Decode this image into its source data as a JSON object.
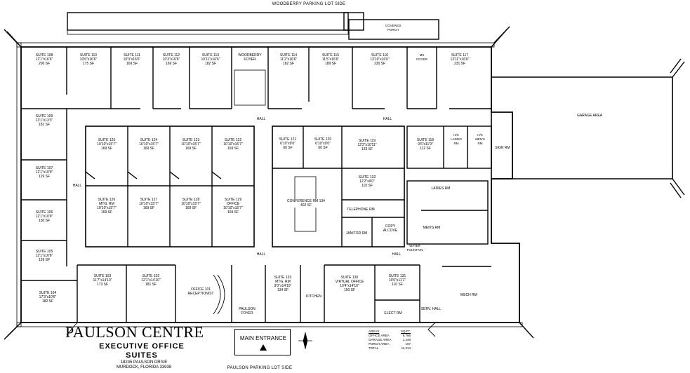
{
  "site": {
    "top_label": "WOODBERRY PARKING LOT SIDE",
    "bottom_label": "PAULSON PARKING LOT SIDE",
    "covered_porch": [
      "COVERED",
      "PORCH"
    ]
  },
  "title_block": {
    "name": "PAULSON CENTRE",
    "subtitle_line1": "EXECUTIVE OFFICE",
    "subtitle_line2": "SUITES",
    "address_line1": "18245 PAULSON DRIVE",
    "address_line2": "MURDOCK, FLORIDA 33938"
  },
  "main_entrance": "MAIN ENTRANCE",
  "areas_table": {
    "header_area": "AREAS",
    "header_sqft": "SQ.FT.",
    "rows": [
      {
        "label": "OFFICE AREA",
        "value": "9,766"
      },
      {
        "label": "GARAGE AREA",
        "value": "1,248"
      },
      {
        "label": "PORCH AREA",
        "value": "197"
      },
      {
        "label": "TOTAL",
        "value": "11,214"
      }
    ]
  },
  "rooms": {
    "s108": {
      "name": "SUITE 108",
      "dim": "12'1\"x16'6\"",
      "area": "200 SF"
    },
    "s110": {
      "name": "SUITE 110",
      "dim": "10'6\"x16'6\"",
      "area": "175 SF"
    },
    "s111": {
      "name": "SUITE 111",
      "dim": "10'3\"x16'6\"",
      "area": "169 SF"
    },
    "s112": {
      "name": "SUITE 112",
      "dim": "10'3\"x16'6\"",
      "area": "169 SF"
    },
    "s113": {
      "name": "SUITE 113",
      "dim": "10'11\"x16'6\"",
      "area": "182 SF"
    },
    "woodberry_foyer": [
      "WOODBERRY",
      "FOYER"
    ],
    "s114": {
      "name": "SUITE 114",
      "dim": "11'2\"x16'6\"",
      "area": "182 SF"
    },
    "s115": {
      "name": "SUITE 115",
      "dim": "11'5\"x16'6\"",
      "area": "189 SF"
    },
    "s116": {
      "name": "SUITE 116",
      "dim": "13'10\"x16'6\"",
      "area": "230 SF"
    },
    "ms_foyer": [
      "MS",
      "FOYER"
    ],
    "s117": {
      "name": "SUITE 117",
      "dim": "13'11\"x16'6\"",
      "area": "231 SF"
    },
    "garage": "GARAGE AREA",
    "s109": {
      "name": "SUITE 109",
      "dim": "13'1\"x13'3\"",
      "area": "181 SF"
    },
    "s107": {
      "name": "SUITE 107",
      "dim": "12'1\"x10'9\"",
      "area": "129 SF"
    },
    "s106": {
      "name": "SUITE 106",
      "dim": "12'1\"x10'9\"",
      "area": "130 SF"
    },
    "s105": {
      "name": "SUITE 105",
      "dim": "12'1\"x10'6\"",
      "area": "129 SF"
    },
    "s104": {
      "name": "SUITE 104",
      "dim": "17'3\"x10'6\"",
      "area": "182 SF"
    },
    "s125": {
      "name": "SUITE 125",
      "dim": "10'10\"x15'7\"",
      "area": "169 SF"
    },
    "s124": {
      "name": "SUITE 124",
      "dim": "10'10\"x15'7\"",
      "area": "169 SF"
    },
    "s123": {
      "name": "SUITE 123",
      "dim": "10'10\"x15'7\"",
      "area": "169 SF"
    },
    "s122": {
      "name": "SUITE 122",
      "dim": "10'10\"x15'7\"",
      "area": "169 SF"
    },
    "s126": {
      "name": "SUITE 126",
      "sub": "MTG. RM",
      "dim": "10'10\"x15'7\"",
      "area": "169 SF"
    },
    "s127": {
      "name": "SUITE 127",
      "dim": "10'10\"x15'7\"",
      "area": "169 SF"
    },
    "s128": {
      "name": "SUITE 128",
      "dim": "10'10\"x15'7\"",
      "area": "169 SF"
    },
    "s129": {
      "name": "SUITE 129",
      "sub": "OFFICE",
      "dim": "10'10\"x15'7\"",
      "area": "169 SF"
    },
    "s121": {
      "name": "SUITE 121",
      "dim": "6'10\"x9'0\"",
      "area": "60 SF"
    },
    "s120": {
      "name": "SUITE 120",
      "dim": "6'10\"x9'0\"",
      "area": "60 SF"
    },
    "s119": {
      "name": "SUITE 119",
      "dim": "12'2\"x10'11\"",
      "area": "133 SF"
    },
    "s118": {
      "name": "SUITE 118",
      "dim": "9'6\"x11'9\"",
      "area": "112 SF"
    },
    "conference": {
      "name": "CONFERENCE RM 134",
      "area": "402 SF"
    },
    "s132": {
      "name": "SUITE 132",
      "dim": "12'2\"x9'0\"",
      "area": "110 SF"
    },
    "telephone": "TELEPHONE RM",
    "janitor": "JANITOR RM",
    "copy_alcove": [
      "COPY",
      "ALCOVE"
    ],
    "hc_ladies": [
      "H/C",
      "LADIES",
      "RM"
    ],
    "hc_mens": [
      "H/C",
      "MEN'S",
      "RM"
    ],
    "sign_rm": "SIGN RM",
    "ladies_rm": "LADIES RM",
    "mens_rm": "MEN'S RM",
    "water_fountain": [
      "WATER",
      "FOUNTAIN"
    ],
    "s103": {
      "name": "SUITE 103",
      "dim": "11'7\"x14'10\"",
      "area": "173 SF"
    },
    "s102": {
      "name": "SUITE 102",
      "dim": "12'1\"x14'10\"",
      "area": "181 SF"
    },
    "office101": [
      "OFFICE 101",
      "RECEPTIONIST"
    ],
    "paulson_foyer": [
      "PAULSON",
      "FOYER"
    ],
    "s133": {
      "name": "SUITE 133",
      "sub": "MTG. RM",
      "dim": "9'0\"x14'10\"",
      "area": "134 SF"
    },
    "kitchen": "KITCHEN",
    "s130": {
      "name": "SUITE 130",
      "sub": "VIRTUAL OFFICE",
      "dim": "10'4\"x14'10\"",
      "area": "150 SF"
    },
    "s131": {
      "name": "SUITE 131",
      "dim": "10'0\"x11'1\"",
      "area": "110 SF"
    },
    "elect_rm": "ELECT RM",
    "serv_hall": "SERV. HALL",
    "mech_rm": "MECH RM",
    "hall": "HALL"
  }
}
